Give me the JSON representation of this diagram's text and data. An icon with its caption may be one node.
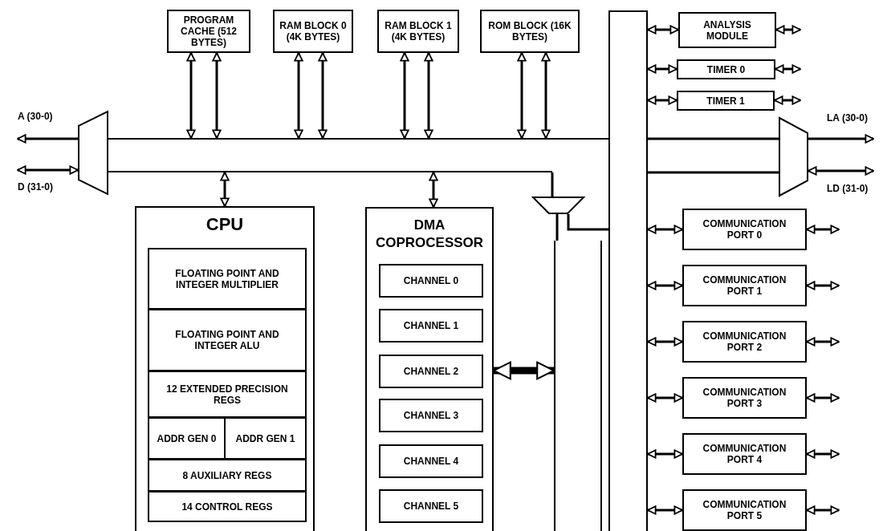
{
  "diagram": {
    "nodes": [
      {
        "text": [
          "PROGRAM CACHE (512 BYTES)"
        ]
      },
      {
        "text": [
          "RAM BLOCK 0 (4K BYTES)"
        ]
      },
      {
        "text": [
          "RAM BLOCK 1 (4K BYTES)"
        ]
      },
      {
        "text": [
          "ROM BLOCK (16K BYTES)"
        ]
      },
      {
        "text": [],
        "shape": "bar"
      },
      {
        "text": [
          "ANALYSIS MODULE"
        ]
      },
      {
        "text": [
          "TIMER 0"
        ]
      },
      {
        "text": [
          "TIMER 1"
        ]
      },
      {
        "text": [],
        "shape": "trapezoid"
      },
      {
        "text": [],
        "shape": "bar"
      },
      {
        "text": [],
        "shape": "trapezoid"
      },
      {
        "text": [],
        "shape": "trapezoid"
      },
      {
        "text": [],
        "shape": "bar"
      },
      {
        "text": [
          "CPU"
        ]
      },
      {
        "text": [
          "FLOATING POINT AND INTEGER MULTIPLIER"
        ],
        "in": 13
      },
      {
        "text": [
          "FLOATING POINT AND INTEGER ALU"
        ],
        "in": 13
      },
      {
        "text": [
          "12 EXTENDED PRECISION REGS"
        ],
        "in": 13
      },
      {
        "text": [
          "ADDR GEN 0"
        ],
        "in": 13
      },
      {
        "text": [
          "ADDR GEN 1"
        ],
        "in": 13
      },
      {
        "text": [
          "8 AUXILIARY REGS"
        ],
        "in": 13
      },
      {
        "text": [
          "14 CONTROL REGS"
        ],
        "in": 13
      },
      {
        "text": [
          "DMA COPROCESSOR"
        ]
      },
      {
        "text": [
          "CHANNEL 0"
        ],
        "in": 21
      },
      {
        "text": [
          "CHANNEL 1"
        ],
        "in": 21
      },
      {
        "text": [
          "CHANNEL 2"
        ],
        "in": 21
      },
      {
        "text": [
          "CHANNEL 3"
        ],
        "in": 21
      },
      {
        "text": [
          "CHANNEL 4"
        ],
        "in": 21
      },
      {
        "text": [
          "CHANNEL 5"
        ],
        "in": 21
      },
      {
        "text": [
          "COMMUNICATION PORT 0"
        ]
      },
      {
        "text": [
          "COMMUNICATION PORT 1"
        ]
      },
      {
        "text": [
          "COMMUNICATION PORT 2"
        ]
      },
      {
        "text": [
          "COMMUNICATION PORT 3"
        ]
      },
      {
        "text": [
          "COMMUNICATION PORT 4"
        ]
      },
      {
        "text": [
          "COMMUNICATION PORT 5"
        ]
      }
    ],
    "edges": [
      {
        "from": 0,
        "to": 9,
        "arrow": "both"
      },
      {
        "from": 0,
        "to": 9,
        "arrow": "both"
      },
      {
        "from": 1,
        "to": 9,
        "arrow": "both"
      },
      {
        "from": 1,
        "to": 9,
        "arrow": "both"
      },
      {
        "from": 2,
        "to": 9,
        "arrow": "both"
      },
      {
        "from": 2,
        "to": 9,
        "arrow": "both"
      },
      {
        "from": 3,
        "to": 9,
        "arrow": "both"
      },
      {
        "from": 3,
        "to": 9,
        "arrow": "both"
      },
      {
        "from": 8,
        "to": null,
        "arrow": "to",
        "label": "A (30-0)"
      },
      {
        "from": 8,
        "to": null,
        "arrow": "both",
        "label": "D (31-0)"
      },
      {
        "from": 10,
        "to": null,
        "arrow": "to",
        "label": "LA (30-0)"
      },
      {
        "from": 10,
        "to": null,
        "arrow": "both",
        "label": "LD (31-0)"
      },
      {
        "from": 9,
        "to": 11,
        "arrow": "none"
      },
      {
        "from": 11,
        "to": 12,
        "arrow": "none"
      },
      {
        "from": 11,
        "to": 4,
        "arrow": "none"
      },
      {
        "from": 9,
        "to": 13,
        "arrow": "both"
      },
      {
        "from": 9,
        "to": 21,
        "arrow": "both"
      },
      {
        "from": 21,
        "to": 12,
        "arrow": "both",
        "style": "thick"
      },
      {
        "from": 4,
        "to": 5,
        "arrow": "both"
      },
      {
        "from": 4,
        "to": 6,
        "arrow": "both"
      },
      {
        "from": 4,
        "to": 7,
        "arrow": "both"
      },
      {
        "from": 5,
        "to": null,
        "arrow": "both"
      },
      {
        "from": 6,
        "to": null,
        "arrow": "both"
      },
      {
        "from": 7,
        "to": null,
        "arrow": "both"
      },
      {
        "from": 4,
        "to": 28,
        "arrow": "both"
      },
      {
        "from": 4,
        "to": 29,
        "arrow": "both"
      },
      {
        "from": 4,
        "to": 30,
        "arrow": "both"
      },
      {
        "from": 4,
        "to": 31,
        "arrow": "both"
      },
      {
        "from": 4,
        "to": 32,
        "arrow": "both"
      },
      {
        "from": 4,
        "to": 33,
        "arrow": "both"
      },
      {
        "from": 28,
        "to": null,
        "arrow": "both"
      },
      {
        "from": 29,
        "to": null,
        "arrow": "both"
      },
      {
        "from": 30,
        "to": null,
        "arrow": "both"
      },
      {
        "from": 31,
        "to": null,
        "arrow": "both"
      },
      {
        "from": 32,
        "to": null,
        "arrow": "both"
      },
      {
        "from": 33,
        "to": null,
        "arrow": "both"
      },
      {
        "from": 4,
        "to": 10,
        "arrow": "none"
      },
      {
        "from": 4,
        "to": 10,
        "arrow": "none"
      }
    ]
  }
}
